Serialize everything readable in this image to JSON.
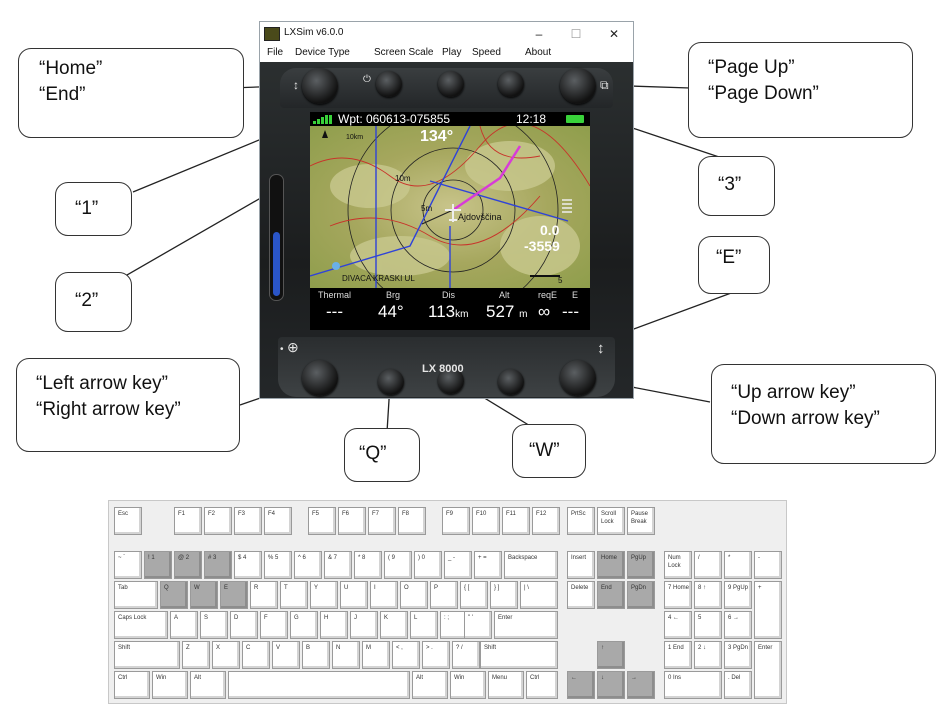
{
  "window": {
    "title": "LXSim v6.0.0",
    "controls": {
      "minimize": "–",
      "maximize": "☐",
      "close": "✕"
    },
    "menu": [
      "File",
      "Device Type",
      "Screen Scale",
      "Play",
      "Speed",
      "About"
    ]
  },
  "device": {
    "brand": "LX 8000",
    "screen": {
      "waypoint": "Wpt: 060613-075855",
      "time": "12:18",
      "track": "134°",
      "map_labels": {
        "ring_10": "10km",
        "ring_10b": "10m",
        "ring_5": "5m",
        "ajdovscina": "Ajdovščina",
        "divaca": "DIVACA KRASKI UL"
      },
      "vario": "0.0",
      "altitude_diff": "-3559",
      "scale": "5",
      "footer": {
        "labels": [
          "Thermal",
          "Brg",
          "Dis",
          "Alt",
          "reqE",
          "E"
        ],
        "values": [
          "---",
          "44°",
          "113",
          "527",
          "∞",
          "---"
        ],
        "units": {
          "dis": "km",
          "alt": "m"
        }
      }
    },
    "level_fill": 0.55
  },
  "callouts": {
    "home_end": [
      "“Home”",
      "“End”"
    ],
    "page": [
      "“Page Up”",
      "“Page Down”"
    ],
    "one": "“1”",
    "two": "“2”",
    "three": "“3”",
    "e": "“E”",
    "left_right": [
      "“Left arrow key”",
      "“Right arrow key”"
    ],
    "up_down": [
      "“Up arrow key”",
      "“Down arrow key”"
    ],
    "q": "“Q”",
    "w": "“W”"
  },
  "keyboard": {
    "keys": [
      {
        "id": "esc",
        "label": "Esc"
      },
      {
        "id": "f1",
        "label": "F1"
      },
      {
        "id": "f2",
        "label": "F2"
      },
      {
        "id": "f3",
        "label": "F3"
      },
      {
        "id": "f4",
        "label": "F4"
      },
      {
        "id": "f5",
        "label": "F5"
      },
      {
        "id": "f6",
        "label": "F6"
      },
      {
        "id": "f7",
        "label": "F7"
      },
      {
        "id": "f8",
        "label": "F8"
      },
      {
        "id": "f9",
        "label": "F9"
      },
      {
        "id": "f10",
        "label": "F10"
      },
      {
        "id": "f11",
        "label": "F11"
      },
      {
        "id": "f12",
        "label": "F12"
      },
      {
        "id": "prtsc",
        "label": "PrtSc"
      },
      {
        "id": "scroll",
        "label": "Scroll Lock"
      },
      {
        "id": "pause",
        "label": "Pause Break"
      },
      {
        "id": "tilde",
        "label": "~ `"
      },
      {
        "id": "k1",
        "label": "! 1",
        "hl": true
      },
      {
        "id": "k2",
        "label": "@ 2",
        "hl": true
      },
      {
        "id": "k3",
        "label": "# 3",
        "hl": true
      },
      {
        "id": "k4",
        "label": "$ 4"
      },
      {
        "id": "k5",
        "label": "% 5"
      },
      {
        "id": "k6",
        "label": "^ 6"
      },
      {
        "id": "k7",
        "label": "& 7"
      },
      {
        "id": "k8",
        "label": "* 8"
      },
      {
        "id": "k9",
        "label": "( 9"
      },
      {
        "id": "k0",
        "label": ") 0"
      },
      {
        "id": "minus",
        "label": "_ -"
      },
      {
        "id": "equals",
        "label": "+ ="
      },
      {
        "id": "backspace",
        "label": "Backspace"
      },
      {
        "id": "insert",
        "label": "Insert"
      },
      {
        "id": "home",
        "label": "Home",
        "hl": true
      },
      {
        "id": "pgup",
        "label": "PgUp",
        "hl": true
      },
      {
        "id": "numlock",
        "label": "Num Lock"
      },
      {
        "id": "numdiv",
        "label": "/"
      },
      {
        "id": "nummul",
        "label": "*"
      },
      {
        "id": "numsub",
        "label": "-"
      },
      {
        "id": "tab",
        "label": "Tab"
      },
      {
        "id": "q",
        "label": "Q",
        "hl": true
      },
      {
        "id": "w",
        "label": "W",
        "hl": true
      },
      {
        "id": "e",
        "label": "E",
        "hl": true
      },
      {
        "id": "r",
        "label": "R"
      },
      {
        "id": "t",
        "label": "T"
      },
      {
        "id": "y",
        "label": "Y"
      },
      {
        "id": "u",
        "label": "U"
      },
      {
        "id": "i",
        "label": "I"
      },
      {
        "id": "o",
        "label": "O"
      },
      {
        "id": "p",
        "label": "P"
      },
      {
        "id": "lbr",
        "label": "{ ["
      },
      {
        "id": "rbr",
        "label": "} ]"
      },
      {
        "id": "bslash",
        "label": "| \\"
      },
      {
        "id": "delete",
        "label": "Delete"
      },
      {
        "id": "end",
        "label": "End",
        "hl": true
      },
      {
        "id": "pgdn",
        "label": "PgDn",
        "hl": true
      },
      {
        "id": "num7",
        "label": "7 Home"
      },
      {
        "id": "num8",
        "label": "8 ↑"
      },
      {
        "id": "num9",
        "label": "9 PgUp"
      },
      {
        "id": "numadd",
        "label": "+"
      },
      {
        "id": "caps",
        "label": "Caps Lock"
      },
      {
        "id": "a",
        "label": "A"
      },
      {
        "id": "s",
        "label": "S"
      },
      {
        "id": "d",
        "label": "D"
      },
      {
        "id": "f",
        "label": "F"
      },
      {
        "id": "g",
        "label": "G"
      },
      {
        "id": "h",
        "label": "H"
      },
      {
        "id": "j",
        "label": "J"
      },
      {
        "id": "k",
        "label": "K"
      },
      {
        "id": "l",
        "label": "L"
      },
      {
        "id": "semi",
        "label": ": ;"
      },
      {
        "id": "quote",
        "label": "\" '"
      },
      {
        "id": "enter",
        "label": "Enter"
      },
      {
        "id": "num4",
        "label": "4 ←"
      },
      {
        "id": "num5",
        "label": "5"
      },
      {
        "id": "num6",
        "label": "6 →"
      },
      {
        "id": "lshift",
        "label": "Shift"
      },
      {
        "id": "z",
        "label": "Z"
      },
      {
        "id": "x",
        "label": "X"
      },
      {
        "id": "c",
        "label": "C"
      },
      {
        "id": "v",
        "label": "V"
      },
      {
        "id": "b",
        "label": "B"
      },
      {
        "id": "n",
        "label": "N"
      },
      {
        "id": "m",
        "label": "M"
      },
      {
        "id": "comma",
        "label": "< ,"
      },
      {
        "id": "period",
        "label": "> ."
      },
      {
        "id": "slash",
        "label": "? /"
      },
      {
        "id": "rshift",
        "label": "Shift"
      },
      {
        "id": "up",
        "label": "↑",
        "hl": true
      },
      {
        "id": "num1",
        "label": "1 End"
      },
      {
        "id": "num2",
        "label": "2 ↓"
      },
      {
        "id": "num3",
        "label": "3 PgDn"
      },
      {
        "id": "numenter",
        "label": "Enter"
      },
      {
        "id": "lctrl",
        "label": "Ctrl"
      },
      {
        "id": "lwin",
        "label": "Win"
      },
      {
        "id": "lalt",
        "label": "Alt"
      },
      {
        "id": "space",
        "label": ""
      },
      {
        "id": "ralt",
        "label": "Alt"
      },
      {
        "id": "rwin",
        "label": "Win"
      },
      {
        "id": "menu",
        "label": "Menu"
      },
      {
        "id": "rctrl",
        "label": "Ctrl"
      },
      {
        "id": "left",
        "label": "←",
        "hl": true
      },
      {
        "id": "down",
        "label": "↓",
        "hl": true
      },
      {
        "id": "right",
        "label": "→",
        "hl": true
      },
      {
        "id": "num0",
        "label": "0 Ins"
      },
      {
        "id": "numdel",
        "label": ". Del"
      }
    ]
  }
}
